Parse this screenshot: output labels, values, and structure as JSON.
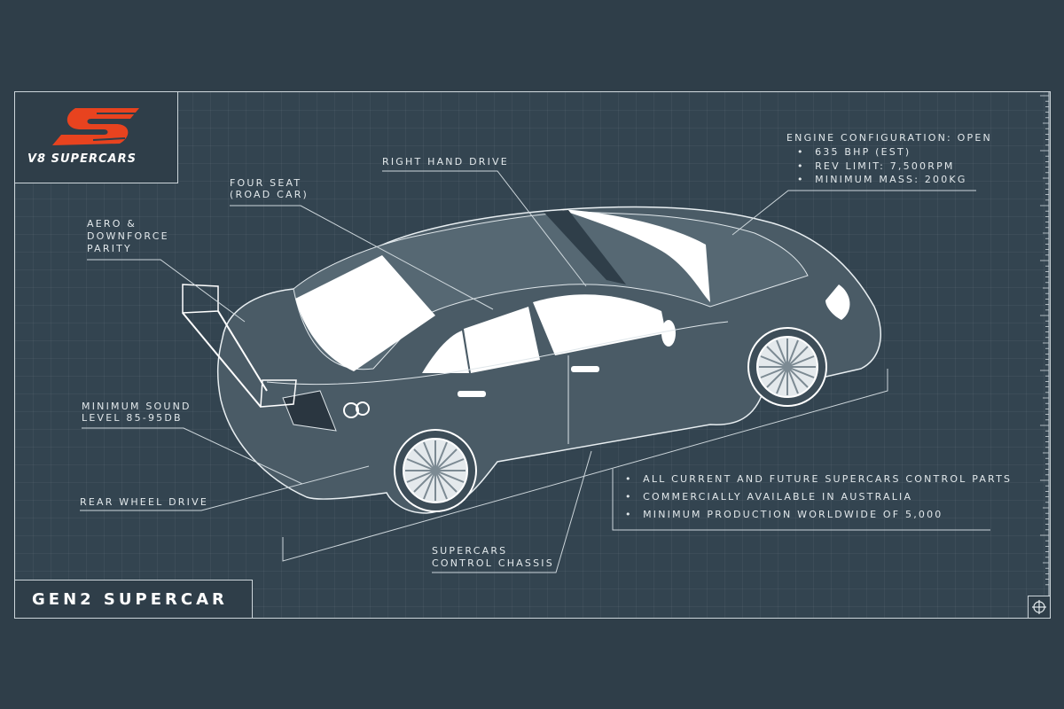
{
  "logo": {
    "text": "V8 SUPERCARS",
    "accent": "#e8431f"
  },
  "title": "GEN2 SUPERCAR",
  "labels": {
    "right_hand_drive": "RIGHT HAND DRIVE",
    "four_seat_1": "FOUR SEAT",
    "four_seat_2": "(ROAD CAR)",
    "aero_1": "AERO &",
    "aero_2": "DOWNFORCE",
    "aero_3": "PARITY",
    "sound_1": "MINIMUM SOUND",
    "sound_2": "LEVEL 85-95DB",
    "rear_wheel": "REAR WHEEL DRIVE",
    "chassis_1": "SUPERCARS",
    "chassis_2": "CONTROL CHASSIS"
  },
  "engine": {
    "heading": "ENGINE CONFIGURATION: OPEN",
    "items": [
      "635 BHP (EST)",
      "REV LIMIT: 7,500RPM",
      "MINIMUM MASS: 200KG"
    ]
  },
  "requirements": [
    "ALL CURRENT AND FUTURE SUPERCARS CONTROL PARTS",
    "COMMERCIALLY AVAILABLE IN AUSTRALIA",
    "MINIMUM PRODUCTION WORLDWIDE OF 5,000"
  ],
  "icons": {
    "corner": "crosshair-icon",
    "logo": "v8-supercars-logo"
  },
  "colors": {
    "background": "#2f3e49",
    "line": "#cdd6db"
  }
}
